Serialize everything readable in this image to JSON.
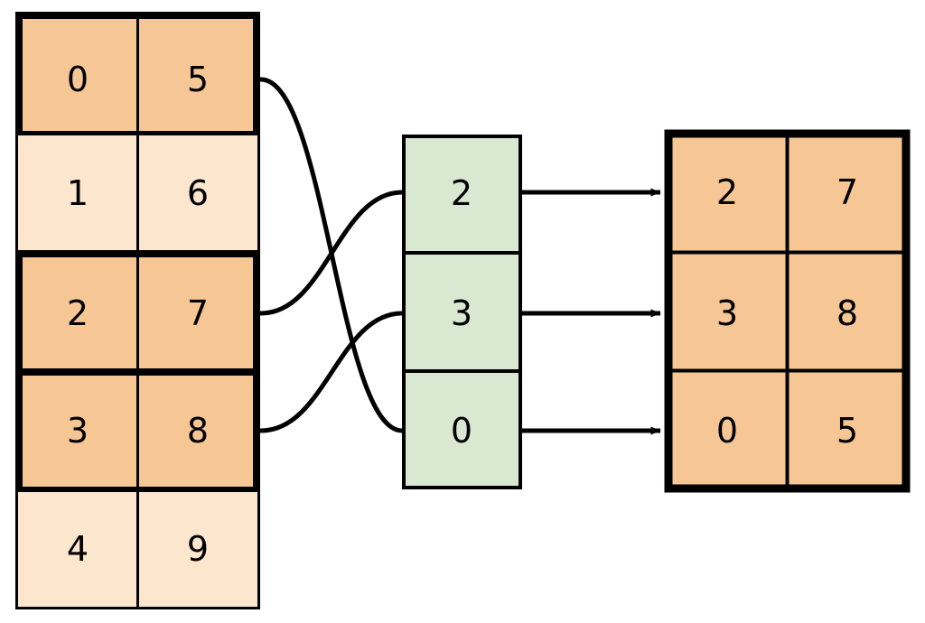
{
  "diagram": {
    "title": "array-gather-scatter-diagram",
    "colors": {
      "highlight_fill": "#f6c795",
      "normal_fill": "#fce6ce",
      "index_fill": "#d9e8d0",
      "stroke": "#000000",
      "thick_stroke": "#000000",
      "background": "#ffffff"
    },
    "source_table": {
      "name": "source-array",
      "columns": 2,
      "rows": [
        {
          "values": [
            "0",
            "5"
          ],
          "highlighted": true
        },
        {
          "values": [
            "1",
            "6"
          ],
          "highlighted": false
        },
        {
          "values": [
            "2",
            "7"
          ],
          "highlighted": true
        },
        {
          "values": [
            "3",
            "8"
          ],
          "highlighted": true
        },
        {
          "values": [
            "4",
            "9"
          ],
          "highlighted": false
        }
      ]
    },
    "index_column": {
      "name": "index-array",
      "cells": [
        "2",
        "3",
        "0"
      ]
    },
    "result_table": {
      "name": "result-array",
      "columns": 2,
      "rows": [
        {
          "values": [
            "2",
            "7"
          ]
        },
        {
          "values": [
            "3",
            "8"
          ]
        },
        {
          "values": [
            "0",
            "5"
          ]
        }
      ]
    },
    "links": [
      {
        "from_row": 0,
        "to_index_cell": 2,
        "label": "row0-to-index2"
      },
      {
        "from_row": 2,
        "to_index_cell": 0,
        "label": "row2-to-index0"
      },
      {
        "from_row": 3,
        "to_index_cell": 1,
        "label": "row3-to-index1"
      }
    ],
    "arrows": [
      {
        "from_index_cell": 0,
        "to_result_row": 0
      },
      {
        "from_index_cell": 1,
        "to_result_row": 1
      },
      {
        "from_index_cell": 2,
        "to_result_row": 2
      }
    ]
  }
}
